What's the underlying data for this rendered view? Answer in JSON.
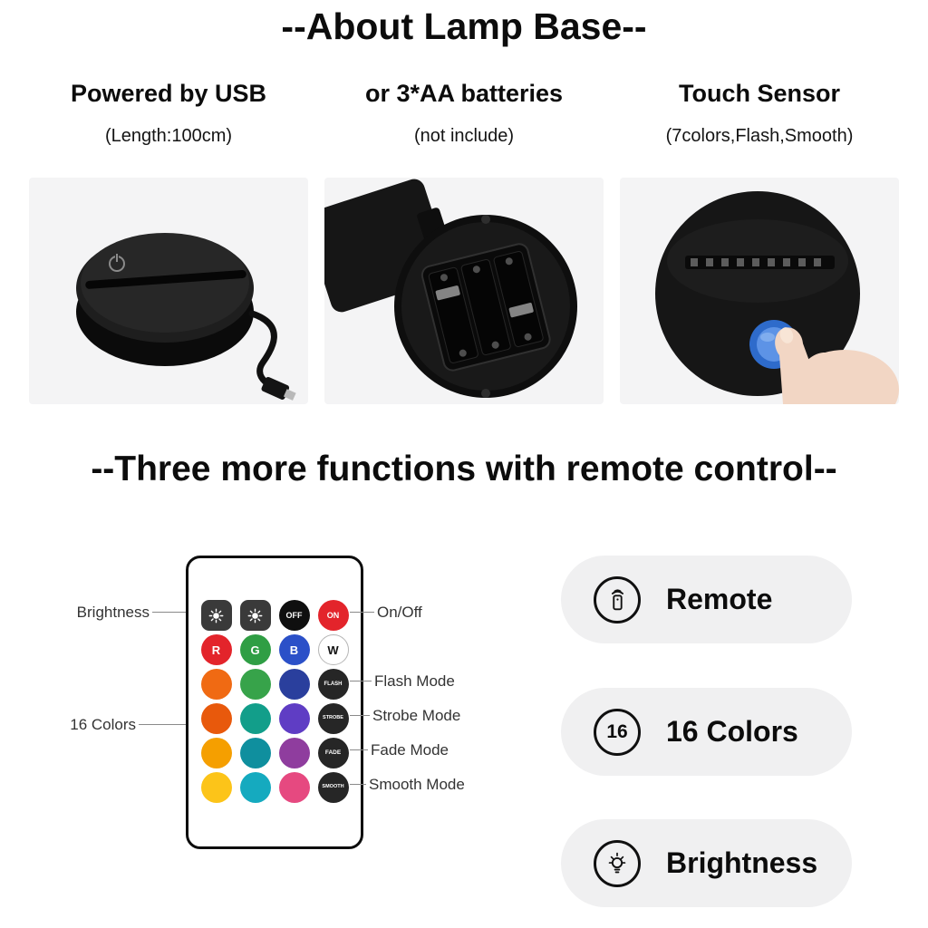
{
  "header": {
    "title": "--About Lamp Base--"
  },
  "panels": [
    {
      "title": "Powered by USB",
      "subtitle": "(Length:100cm)"
    },
    {
      "title": "or 3*AA batteries",
      "subtitle": "(not include)"
    },
    {
      "title": "Touch Sensor",
      "subtitle": "(7colors,Flash,Smooth)"
    }
  ],
  "functions_section": {
    "title": "--Three more functions with remote control--"
  },
  "remote": {
    "callouts": {
      "brightness": "Brightness",
      "on_off": "On/Off",
      "flash": "Flash Mode",
      "strobe": "Strobe Mode",
      "fade": "Fade Mode",
      "smooth": "Smooth Mode",
      "colors16": "16 Colors"
    },
    "grid": [
      [
        {
          "name": "brightness-up",
          "shape": "square",
          "bg": "#3a3a3a",
          "icon": "brightness-up-icon"
        },
        {
          "name": "brightness-down",
          "shape": "square",
          "bg": "#3a3a3a",
          "icon": "brightness-down-icon"
        },
        {
          "name": "off",
          "shape": "circle",
          "bg": "#0f0f0f",
          "label": "OFF",
          "fg": "#ffffff",
          "fs": 9
        },
        {
          "name": "on",
          "shape": "circle",
          "bg": "#e3242b",
          "label": "ON",
          "fg": "#ffffff",
          "fs": 9
        }
      ],
      [
        {
          "name": "red",
          "shape": "circle",
          "bg": "#e3242b",
          "label": "R",
          "fg": "#ffffff",
          "fs": 13
        },
        {
          "name": "green",
          "shape": "circle",
          "bg": "#2f9e44",
          "label": "G",
          "fg": "#ffffff",
          "fs": 13
        },
        {
          "name": "blue",
          "shape": "circle",
          "bg": "#2b50c8",
          "label": "B",
          "fg": "#ffffff",
          "fs": 13
        },
        {
          "name": "white",
          "shape": "circle",
          "bg": "#ffffff",
          "label": "W",
          "fg": "#111111",
          "fs": 13,
          "border": "#b5b5b5"
        }
      ],
      [
        {
          "name": "orange",
          "shape": "circle",
          "bg": "#f06a13"
        },
        {
          "name": "grass-green",
          "shape": "circle",
          "bg": "#37a34a"
        },
        {
          "name": "royal-blue",
          "shape": "circle",
          "bg": "#2a3f9d"
        },
        {
          "name": "flash",
          "shape": "circle",
          "bg": "#262626",
          "label": "FLASH",
          "fg": "#ffffff",
          "fs": 6
        }
      ],
      [
        {
          "name": "dark-orange",
          "shape": "circle",
          "bg": "#e8590c"
        },
        {
          "name": "teal",
          "shape": "circle",
          "bg": "#129e8a"
        },
        {
          "name": "purple",
          "shape": "circle",
          "bg": "#5f3dc4"
        },
        {
          "name": "strobe",
          "shape": "circle",
          "bg": "#262626",
          "label": "STROBE",
          "fg": "#ffffff",
          "fs": 5.5
        }
      ],
      [
        {
          "name": "amber",
          "shape": "circle",
          "bg": "#f59f00"
        },
        {
          "name": "cyan-teal",
          "shape": "circle",
          "bg": "#0f8f9e"
        },
        {
          "name": "magenta-purple",
          "shape": "circle",
          "bg": "#8f3d9e"
        },
        {
          "name": "fade",
          "shape": "circle",
          "bg": "#262626",
          "label": "FADE",
          "fg": "#ffffff",
          "fs": 6.5
        }
      ],
      [
        {
          "name": "yellow",
          "shape": "circle",
          "bg": "#fcc419"
        },
        {
          "name": "sea-green",
          "shape": "circle",
          "bg": "#15aabf"
        },
        {
          "name": "pink",
          "shape": "circle",
          "bg": "#e64980"
        },
        {
          "name": "smooth",
          "shape": "circle",
          "bg": "#262626",
          "label": "SMOOTH",
          "fg": "#ffffff",
          "fs": 5.5
        }
      ]
    ]
  },
  "features": [
    {
      "label": "Remote",
      "icon": "remote-icon"
    },
    {
      "label": "16 Colors",
      "icon": "16-colors-icon",
      "badge": "16"
    },
    {
      "label": "Brightness",
      "icon": "brightness-icon"
    }
  ],
  "colors": {
    "panel_background": "#f4f4f5",
    "pill_background": "#f0f0f1",
    "on_button_red": "#e3242b",
    "touch_button_blue": "#2e6bcb"
  }
}
